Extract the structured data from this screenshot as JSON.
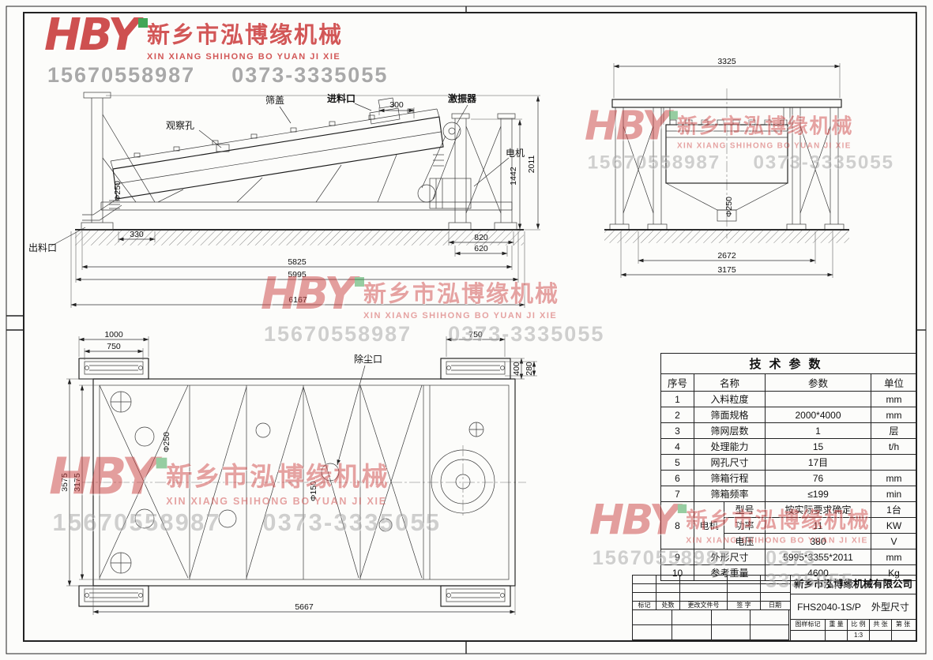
{
  "watermark": {
    "logo_text": "HBY",
    "company_cn": "新乡市泓博缘机械",
    "company_en": "XIN XIANG SHIHONG BO YUAN JI XIE",
    "phone1": "15670558987",
    "phone2": "0373-3335055"
  },
  "side_view": {
    "labels": {
      "inspection_hole": "观察孔",
      "screen_cover": "筛盖",
      "feed_inlet": "进料口",
      "exciter": "激振器",
      "motor": "电机",
      "discharge_outlet": "出料口"
    },
    "dims": {
      "feed_width": "300",
      "total_height": "2011",
      "frame_height": "1442",
      "foot_offset": "330",
      "base_span_outer": "820",
      "base_span_inner": "620",
      "length_frame": "5825",
      "length_overall": "5995",
      "length_total": "6167",
      "spring_dia": "Φ250"
    }
  },
  "end_view": {
    "dims": {
      "top_width": "3325",
      "leg_span_inner": "2672",
      "leg_span_outer": "3175",
      "outlet_dia": "Φ250"
    }
  },
  "top_view": {
    "labels": {
      "dust_port": "除尘口"
    },
    "dims": {
      "plate_len": "1000",
      "plate_slot": "750",
      "plate_len_right": "750",
      "side_dim1": "400",
      "side_dim2": "280",
      "width_outer": "3575",
      "width_inner": "3175",
      "length_bottom": "5667",
      "hole_dia_a": "Φ250",
      "hole_dia_b": "Φ150"
    }
  },
  "spec_table": {
    "title": "技术参数",
    "headers": [
      "序号",
      "名称",
      "参数",
      "单位"
    ],
    "rows": [
      {
        "no": "1",
        "name": "入料粒度",
        "value": "",
        "unit": "mm"
      },
      {
        "no": "2",
        "name": "筛面规格",
        "value": "2000*4000",
        "unit": "mm"
      },
      {
        "no": "3",
        "name": "筛网层数",
        "value": "1",
        "unit": "层"
      },
      {
        "no": "4",
        "name": "处理能力",
        "value": "15",
        "unit": "t/h"
      },
      {
        "no": "5",
        "name": "网孔尺寸",
        "value": "17目",
        "unit": ""
      },
      {
        "no": "6",
        "name": "筛箱行程",
        "value": "76",
        "unit": "mm"
      },
      {
        "no": "7",
        "name": "筛箱频率",
        "value": "≤199",
        "unit": "min"
      }
    ],
    "motor": {
      "no": "8",
      "name": "电机",
      "sub": [
        {
          "label": "型号",
          "value": "按实际要求确定",
          "unit": "1台"
        },
        {
          "label": "功率",
          "value": "11",
          "unit": "KW"
        },
        {
          "label": "电压",
          "value": "380",
          "unit": "V"
        }
      ]
    },
    "rows2": [
      {
        "no": "9",
        "name": "外形尺寸",
        "value": "5995*3355*2011",
        "unit": "mm"
      },
      {
        "no": "10",
        "name": "参考重量",
        "value": "4600",
        "unit": "Kg"
      }
    ]
  },
  "title_block": {
    "company": "新乡市泓博缘机械有限公司",
    "drawing_no": "FHS2040-1S/P",
    "sheet_title": "外型尺寸",
    "rev_headers": [
      "标记",
      "处数",
      "更改文件号",
      "签 字",
      "日期"
    ],
    "info_headers": [
      "图样标记",
      "重 量",
      "比 例"
    ],
    "scale_value": "1:3",
    "sheet_total": "共 张",
    "sheet_index": "第 张"
  }
}
